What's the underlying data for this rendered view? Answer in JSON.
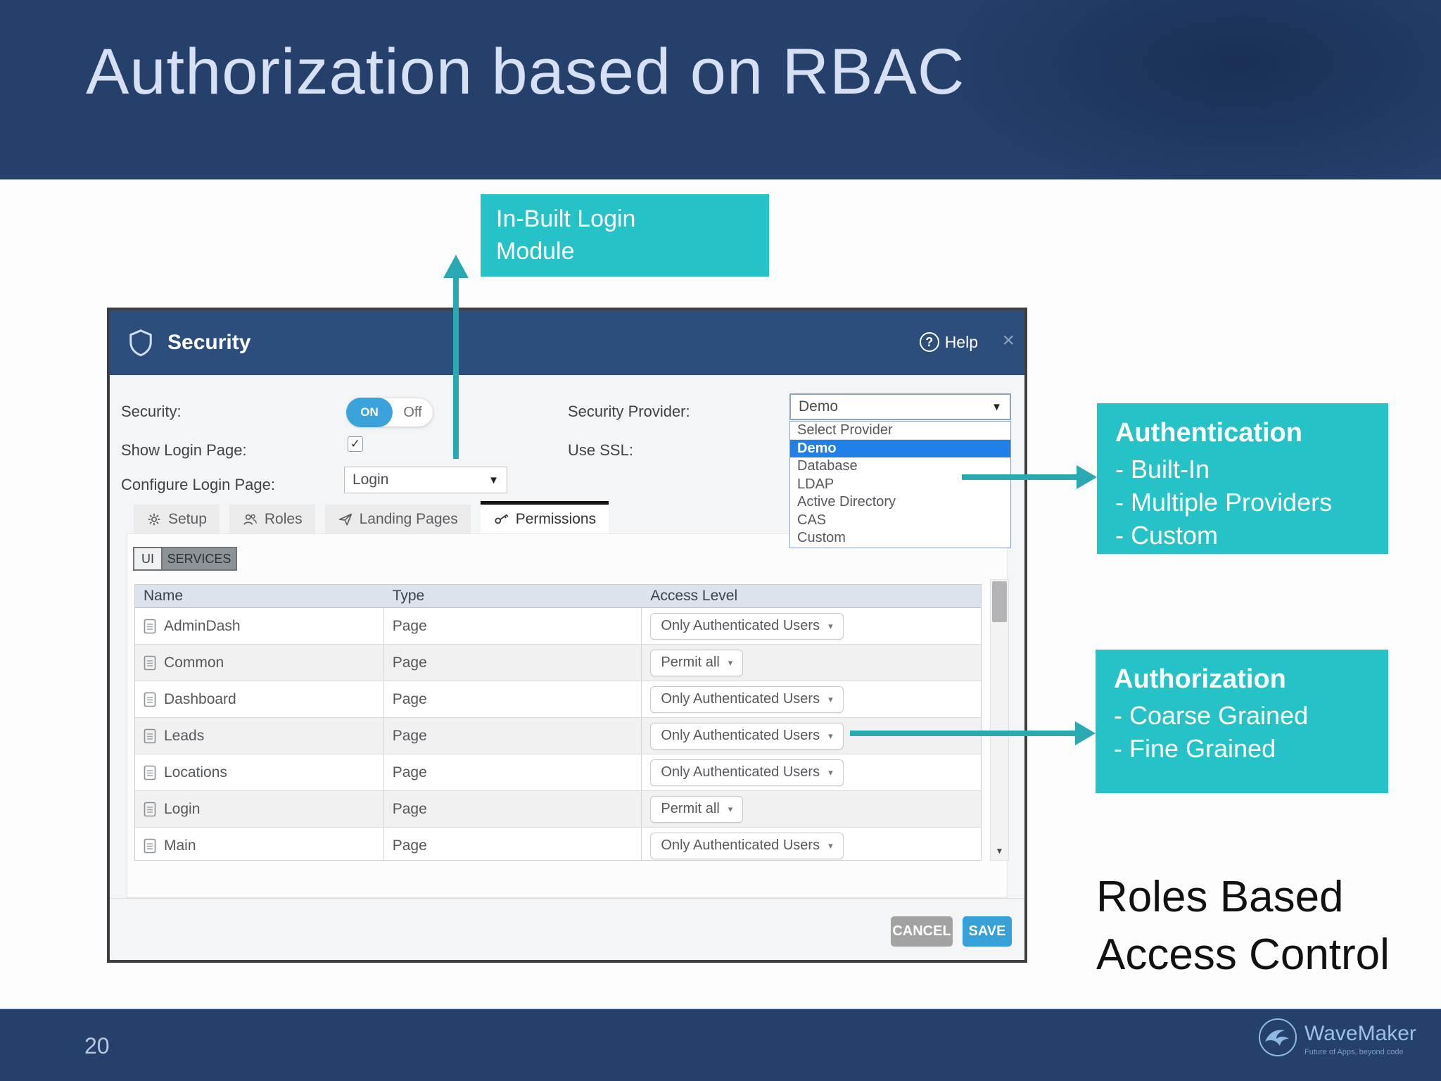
{
  "slide": {
    "title": "Authorization based on RBAC",
    "page_number": "20",
    "big_text_line1": "Roles Based",
    "big_text_line2": "Access Control",
    "brand": {
      "name": "WaveMaker",
      "tagline": "Future of Apps, beyond code"
    }
  },
  "callouts": {
    "login_module": {
      "line1": "In-Built Login",
      "line2": "Module"
    },
    "authentication": {
      "title": "Authentication",
      "item1": "- Built-In",
      "item2": "- Multiple Providers",
      "item3": "- Custom"
    },
    "authorization": {
      "title": "Authorization",
      "item1": "- Coarse Grained",
      "item2": "- Fine Grained"
    }
  },
  "colors": {
    "band_navy": "#24406b",
    "dialog_header_navy": "#2d4d7c",
    "callout_teal": "#25c3c8",
    "arrow_teal": "#2aa9b2",
    "accent_blue": "#3ba3dc",
    "selected_option_blue": "#1f80e8"
  },
  "icons": {
    "question": "?",
    "close": "×",
    "check": "✓",
    "caret_select": "▼",
    "caret_item": "▾",
    "scroll_down": "▼"
  },
  "dialog": {
    "title": "Security",
    "help_label": "Help",
    "fields": {
      "security_label": "Security:",
      "toggle_on": "ON",
      "toggle_off": "Off",
      "show_login_label": "Show Login Page:",
      "configure_login_label": "Configure Login Page:",
      "configure_login_value": "Login",
      "provider_label": "Security Provider:",
      "provider_value": "Demo",
      "use_ssl_label": "Use SSL:"
    },
    "provider_options": {
      "0": "Select Provider",
      "1": "Demo",
      "2": "Database",
      "3": "LDAP",
      "4": "Active Directory",
      "5": "CAS",
      "6": "Custom"
    },
    "tabs": {
      "0": {
        "label": "Setup"
      },
      "1": {
        "label": "Roles"
      },
      "2": {
        "label": "Landing Pages"
      },
      "3": {
        "label": "Permissions"
      }
    },
    "subtabs": {
      "ui": "UI",
      "services": "SERVICES"
    },
    "table": {
      "columns": {
        "0": "Name",
        "1": "Type",
        "2": "Access Level"
      },
      "rows": {
        "0": {
          "name": "AdminDash",
          "type": "Page",
          "access": "Only Authenticated Users"
        },
        "1": {
          "name": "Common",
          "type": "Page",
          "access": "Permit all"
        },
        "2": {
          "name": "Dashboard",
          "type": "Page",
          "access": "Only Authenticated Users"
        },
        "3": {
          "name": "Leads",
          "type": "Page",
          "access": "Only Authenticated Users"
        },
        "4": {
          "name": "Locations",
          "type": "Page",
          "access": "Only Authenticated Users"
        },
        "5": {
          "name": "Login",
          "type": "Page",
          "access": "Permit all"
        },
        "6": {
          "name": "Main",
          "type": "Page",
          "access": "Only Authenticated Users"
        }
      }
    },
    "buttons": {
      "cancel": "CANCEL",
      "save": "SAVE"
    }
  }
}
